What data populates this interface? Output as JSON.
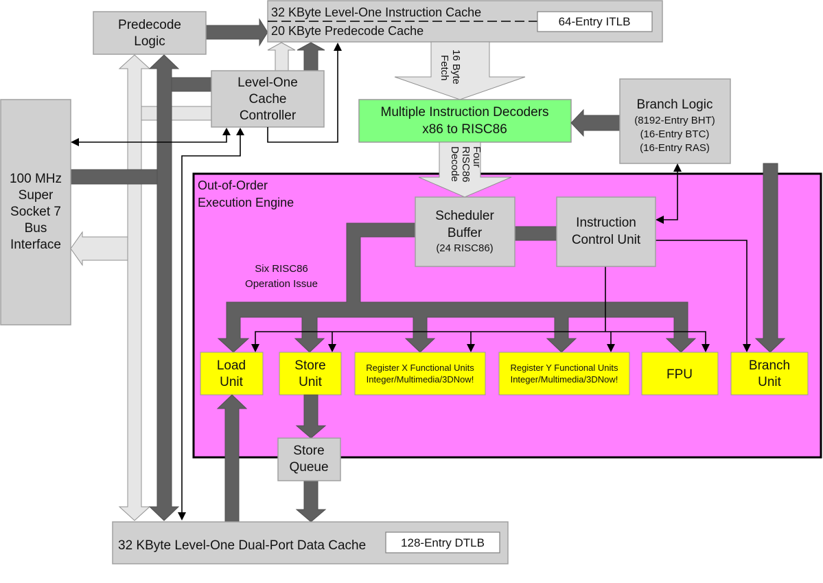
{
  "colors": {
    "box": "#d0d0d0",
    "engine": "#ff80ff",
    "decoder": "#80ff80",
    "unit": "#ffff00",
    "bus_dark": "#606060",
    "bus_light": "#e6e6e6"
  },
  "predecode": [
    "Predecode",
    "Logic"
  ],
  "icache": {
    "line1": "32 KByte Level-One Instruction Cache",
    "line2": "20 KByte Predecode Cache",
    "itlb": "64-Entry ITLB"
  },
  "l1ctrl": [
    "Level-One",
    "Cache",
    "Controller"
  ],
  "bus": [
    "100 MHz",
    "Super",
    "Socket 7",
    "Bus",
    "Interface"
  ],
  "fetch": [
    "16 Byte",
    "Fetch"
  ],
  "decoders": [
    "Multiple Instruction Decoders",
    "x86 to RISC86"
  ],
  "branch_logic": {
    "title": "Branch Logic",
    "lines": [
      "(8192-Entry BHT)",
      "(16-Entry BTC)",
      "(16-Entry RAS)"
    ]
  },
  "decode": [
    "Four",
    "RISC86",
    "Decode"
  ],
  "engine": [
    "Out-of-Order",
    "Execution Engine"
  ],
  "scheduler": {
    "lines": [
      "Scheduler",
      "Buffer"
    ],
    "sub": "(24 RISC86)"
  },
  "icu": [
    "Instruction",
    "Control Unit"
  ],
  "issue": [
    "Six RISC86",
    "Operation Issue"
  ],
  "units": {
    "load": [
      "Load",
      "Unit"
    ],
    "store": [
      "Store",
      "Unit"
    ],
    "regx": [
      "Register X Functional Units",
      "Integer/Multimedia/3DNow!"
    ],
    "regy": [
      "Register Y Functional Units",
      "Integer/Multimedia/3DNow!"
    ],
    "fpu": "FPU",
    "branch": [
      "Branch",
      "Unit"
    ]
  },
  "store_queue": [
    "Store",
    "Queue"
  ],
  "dcache": {
    "label": "32 KByte Level-One Dual-Port Data Cache",
    "dtlb": "128-Entry DTLB"
  }
}
